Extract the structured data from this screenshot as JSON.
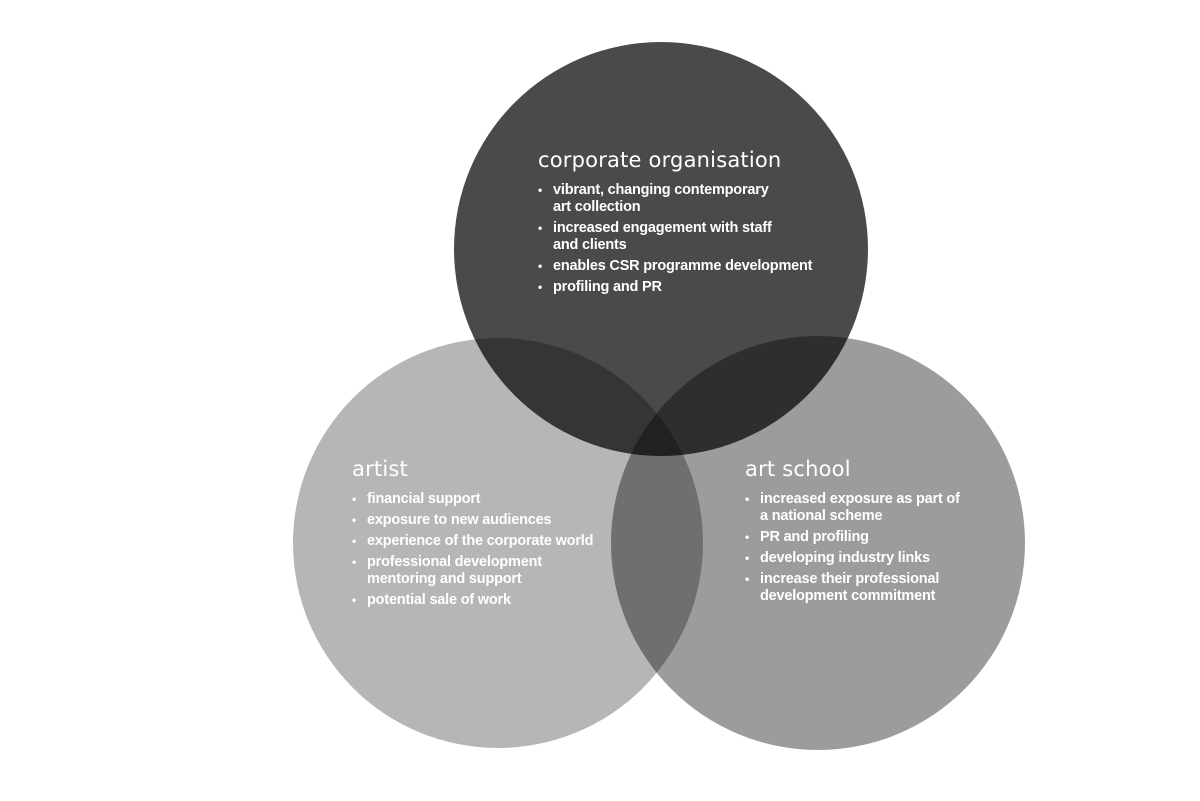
{
  "colors": {
    "corporate_circle": "#4a4a4a",
    "artist_circle": "#b6b6b6",
    "art_school_circle": "#9c9c9c",
    "text": "#ffffff",
    "background": "#ffffff"
  },
  "sets": {
    "corporate": {
      "title": "corporate organisation",
      "items": [
        "vibrant, changing contemporary art collection",
        "increased engagement with staff and clients",
        "enables CSR programme development",
        "profiling and PR"
      ]
    },
    "artist": {
      "title": "artist",
      "items": [
        "financial support",
        "exposure to new audiences",
        "experience of the corporate world",
        "professional development mentoring and support",
        "potential sale of work"
      ]
    },
    "art_school": {
      "title": "art school",
      "items": [
        "increased exposure as part of a national scheme",
        "PR and profiling",
        "developing industry links",
        "increase their professional development commitment"
      ]
    }
  }
}
